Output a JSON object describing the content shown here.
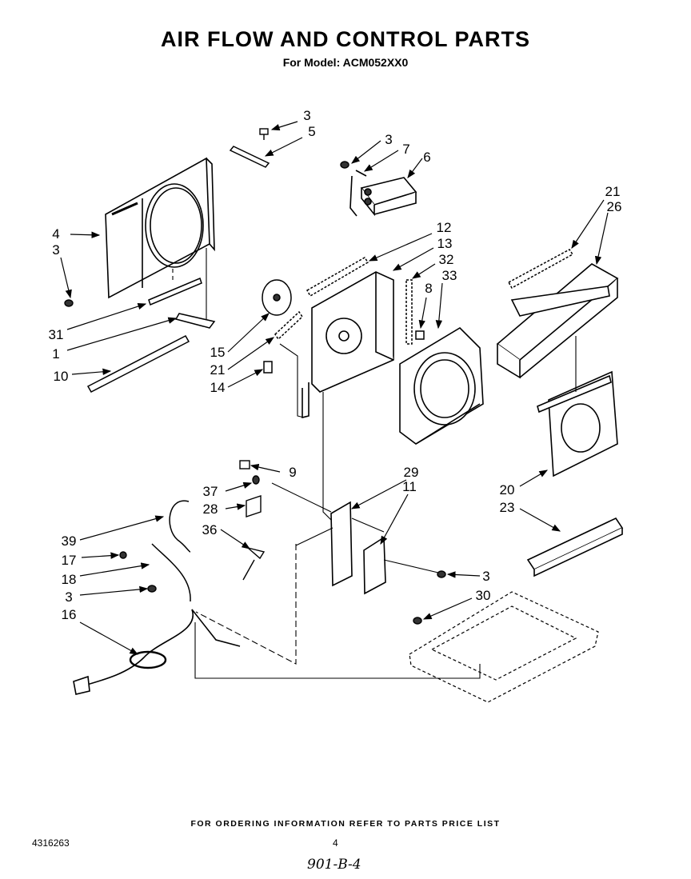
{
  "header": {
    "title": "AIR FLOW AND CONTROL PARTS",
    "subtitle": "For Model: ACM052XX0"
  },
  "callouts": [
    {
      "id": "c3a",
      "label": "3"
    },
    {
      "id": "c5",
      "label": "5"
    },
    {
      "id": "c3b",
      "label": "3"
    },
    {
      "id": "c7",
      "label": "7"
    },
    {
      "id": "c6",
      "label": "6"
    },
    {
      "id": "c21a",
      "label": "21"
    },
    {
      "id": "c26",
      "label": "26"
    },
    {
      "id": "c4",
      "label": "4"
    },
    {
      "id": "c3c",
      "label": "3"
    },
    {
      "id": "c12",
      "label": "12"
    },
    {
      "id": "c13",
      "label": "13"
    },
    {
      "id": "c32",
      "label": "32"
    },
    {
      "id": "c8",
      "label": "8"
    },
    {
      "id": "c33",
      "label": "33"
    },
    {
      "id": "c31",
      "label": "31"
    },
    {
      "id": "c1",
      "label": "1"
    },
    {
      "id": "c10",
      "label": "10"
    },
    {
      "id": "c15",
      "label": "15"
    },
    {
      "id": "c21b",
      "label": "21"
    },
    {
      "id": "c14",
      "label": "14"
    },
    {
      "id": "c9",
      "label": "9"
    },
    {
      "id": "c37",
      "label": "37"
    },
    {
      "id": "c28",
      "label": "28"
    },
    {
      "id": "c29",
      "label": "29"
    },
    {
      "id": "c11",
      "label": "11"
    },
    {
      "id": "c20",
      "label": "20"
    },
    {
      "id": "c23",
      "label": "23"
    },
    {
      "id": "c39",
      "label": "39"
    },
    {
      "id": "c36",
      "label": "36"
    },
    {
      "id": "c17",
      "label": "17"
    },
    {
      "id": "c18",
      "label": "18"
    },
    {
      "id": "c3d",
      "label": "3"
    },
    {
      "id": "c3e",
      "label": "3"
    },
    {
      "id": "c30",
      "label": "30"
    },
    {
      "id": "c16",
      "label": "16"
    }
  ],
  "footer": {
    "ordering_note": "FOR ORDERING INFORMATION REFER TO PARTS PRICE LIST",
    "document_number": "4316263",
    "page_number": "4",
    "handwritten_code": "901-B-4"
  }
}
